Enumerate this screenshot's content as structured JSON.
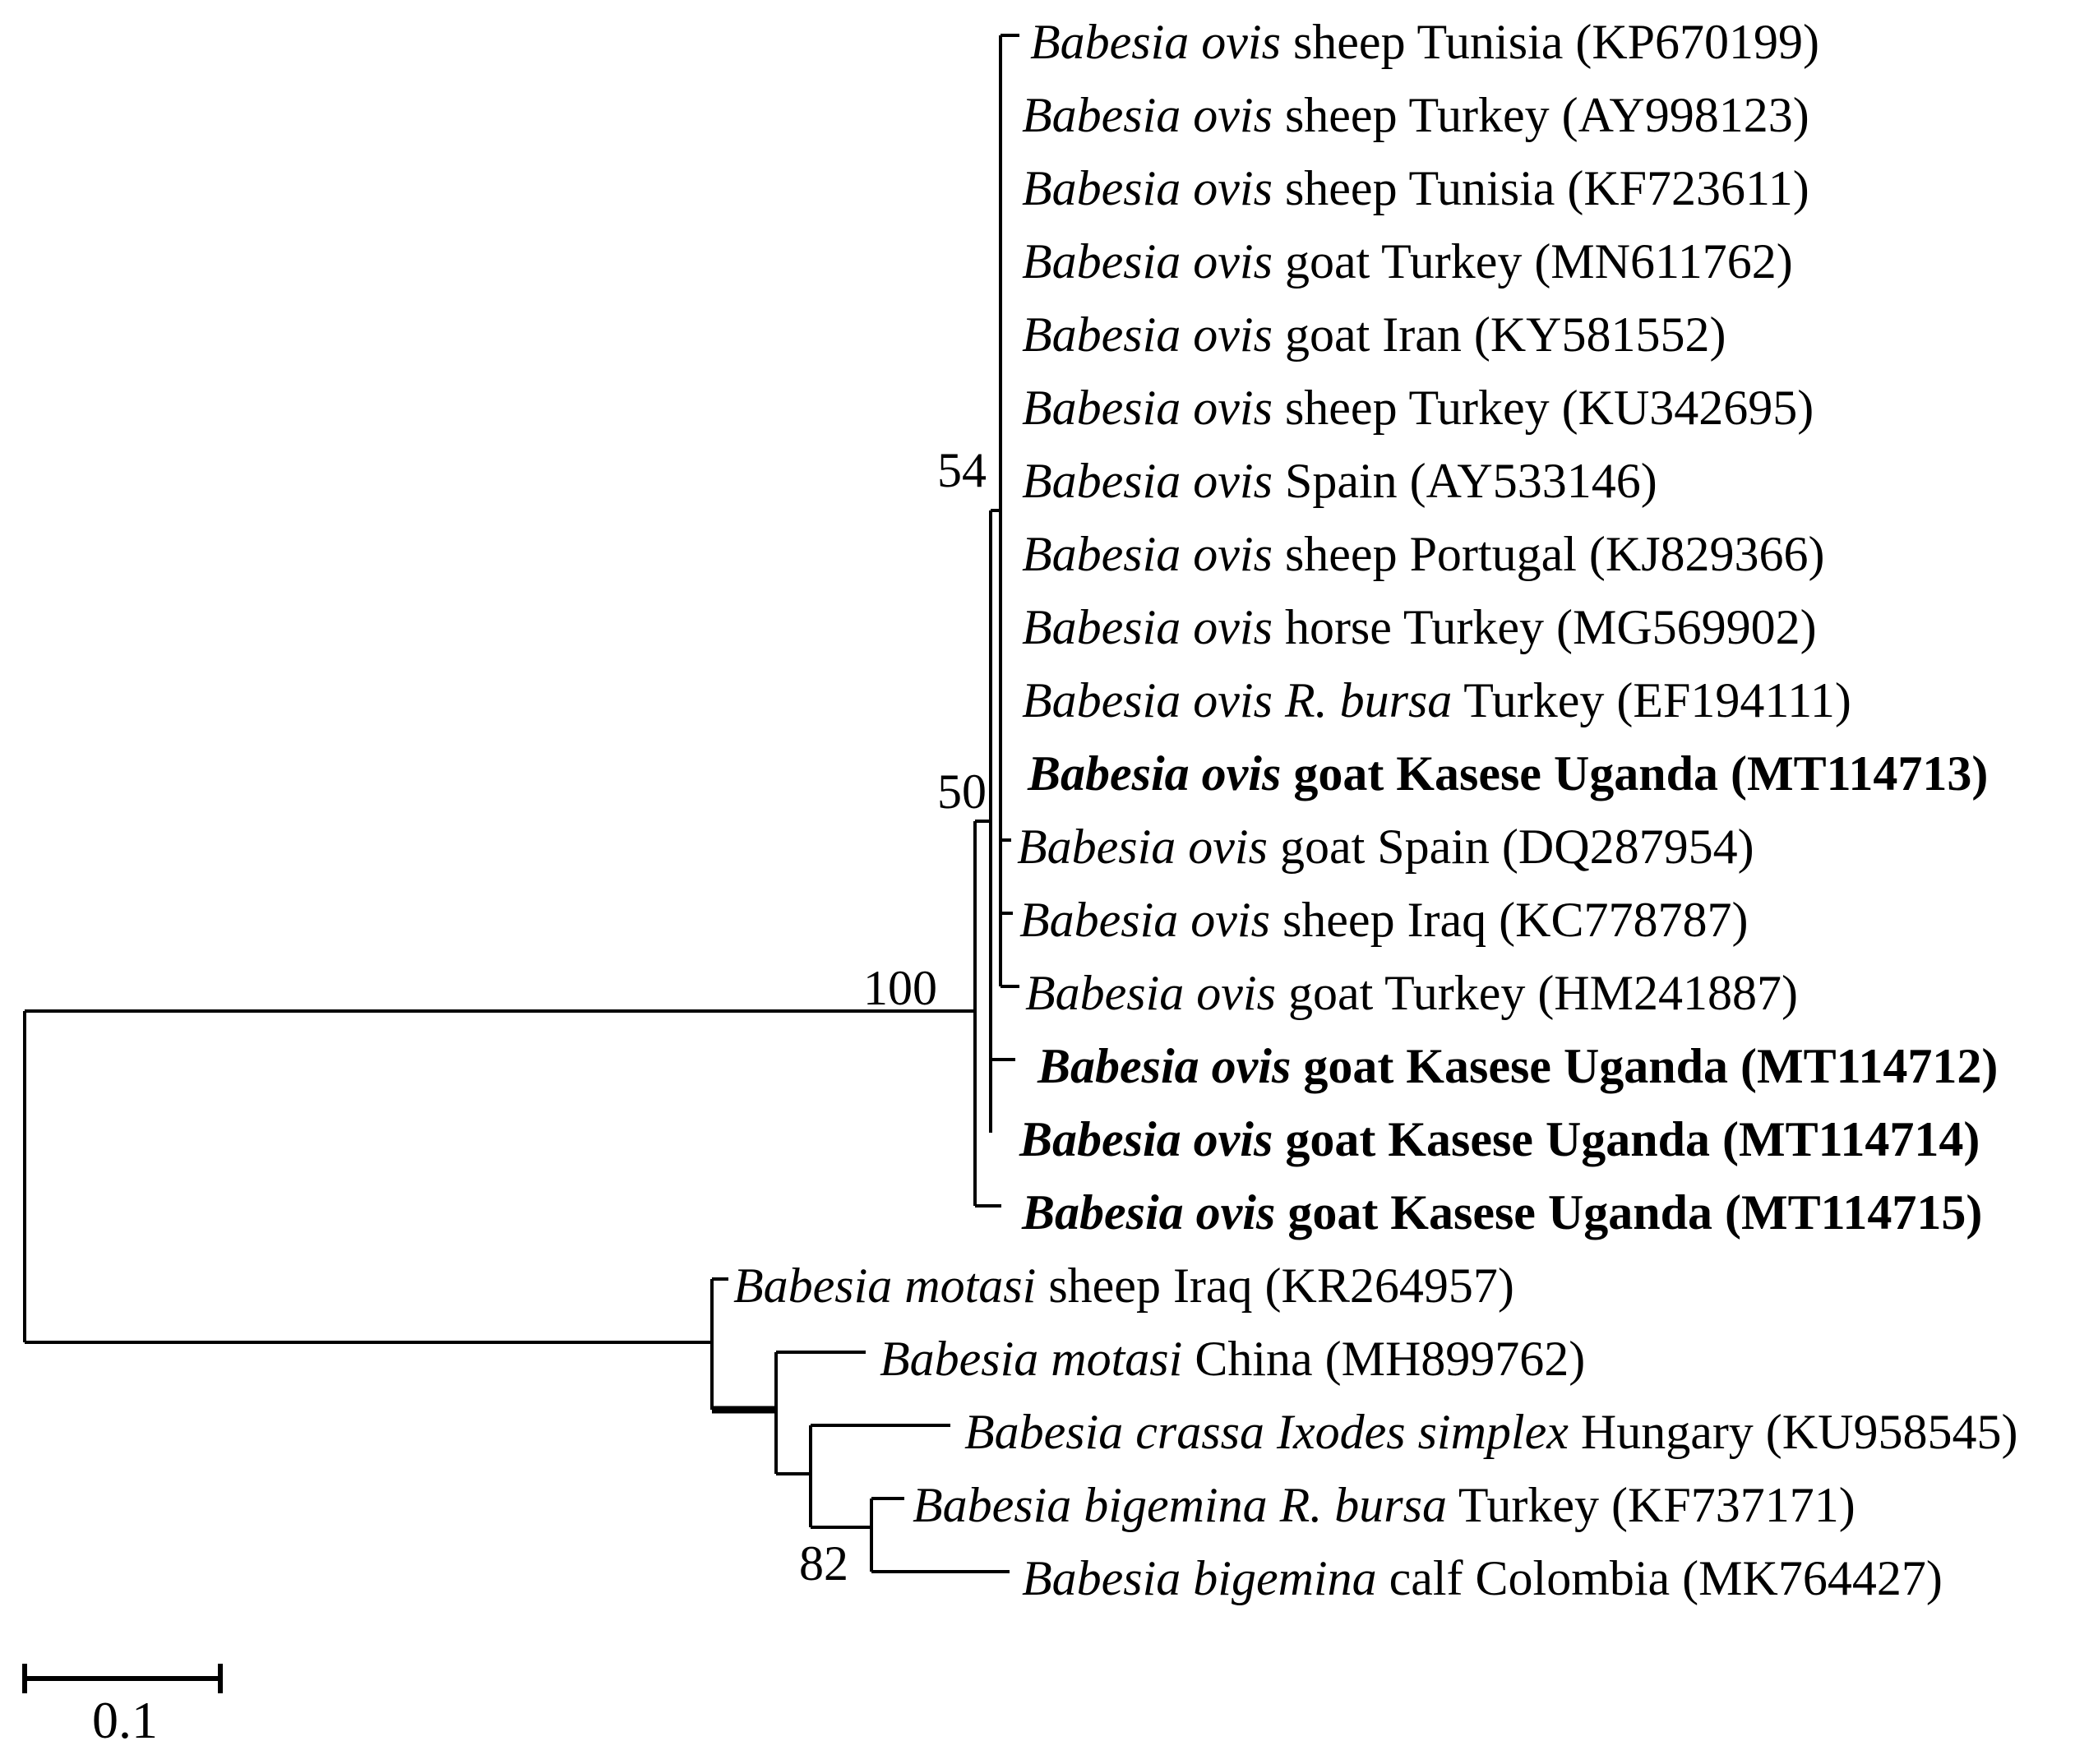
{
  "figure": {
    "type": "phylogenetic-tree",
    "background": "#ffffff",
    "line_color": "#000000"
  },
  "tree": {
    "taxa": [
      {
        "italic_part": "Babesia ovis",
        "plain_part": " sheep Tunisia (KP670199)",
        "bold": false
      },
      {
        "italic_part": "Babesia ovis",
        "plain_part": " sheep Turkey (AY998123)",
        "bold": false
      },
      {
        "italic_part": "Babesia ovis",
        "plain_part": " sheep Tunisia (KF723611)",
        "bold": false
      },
      {
        "italic_part": "Babesia ovis",
        "plain_part": " goat Turkey (MN611762)",
        "bold": false
      },
      {
        "italic_part": "Babesia ovis",
        "plain_part": " goat Iran (KY581552)",
        "bold": false
      },
      {
        "italic_part": "Babesia ovis",
        "plain_part": " sheep Turkey (KU342695)",
        "bold": false
      },
      {
        "italic_part": "Babesia ovis",
        "plain_part": " Spain (AY533146)",
        "bold": false
      },
      {
        "italic_part": "Babesia ovis",
        "plain_part": " sheep Portugal (KJ829366)",
        "bold": false
      },
      {
        "italic_part": "Babesia ovis",
        "plain_part": " horse Turkey (MG569902)",
        "bold": false
      },
      {
        "italic_part": "Babesia ovis R. bursa",
        "plain_part": " Turkey (EF194111)",
        "bold": false
      },
      {
        "italic_part": "Babesia ovis",
        "plain_part": " goat Kasese Uganda (MT114713)",
        "bold": true
      },
      {
        "italic_part": "Babesia ovis",
        "plain_part": " goat Spain (DQ287954)",
        "bold": false
      },
      {
        "italic_part": "Babesia ovis",
        "plain_part": " sheep Iraq (KC778787)",
        "bold": false
      },
      {
        "italic_part": "Babesia ovis",
        "plain_part": " goat Turkey (HM241887)",
        "bold": false
      },
      {
        "italic_part": "Babesia ovis",
        "plain_part": " goat Kasese Uganda (MT114712)",
        "bold": true
      },
      {
        "italic_part": "Babesia ovis",
        "plain_part": " goat Kasese Uganda (MT114714)",
        "bold": true
      },
      {
        "italic_part": "Babesia ovis",
        "plain_part": " goat Kasese Uganda (MT114715)",
        "bold": true
      },
      {
        "italic_part": "Babesia motasi",
        "plain_part": " sheep Iraq (KR264957)",
        "bold": false
      },
      {
        "italic_part": "Babesia motasi",
        "plain_part": " China (MH899762)",
        "bold": false
      },
      {
        "italic_part": "Babesia crassa Ixodes simplex",
        "plain_part": " Hungary (KU958545)",
        "bold": false
      },
      {
        "italic_part": "Babesia bigemina R. bursa",
        "plain_part": " Turkey (KF737171)",
        "bold": false
      },
      {
        "italic_part": "Babesia bigemina",
        "plain_part": " calf Colombia (MK764427)",
        "bold": false
      }
    ],
    "bootstrap": {
      "ovis_core": "54",
      "ovis_mid": "50",
      "ovis_all": "100",
      "bigemina": "82"
    },
    "scale_bar_label": "0.1"
  }
}
